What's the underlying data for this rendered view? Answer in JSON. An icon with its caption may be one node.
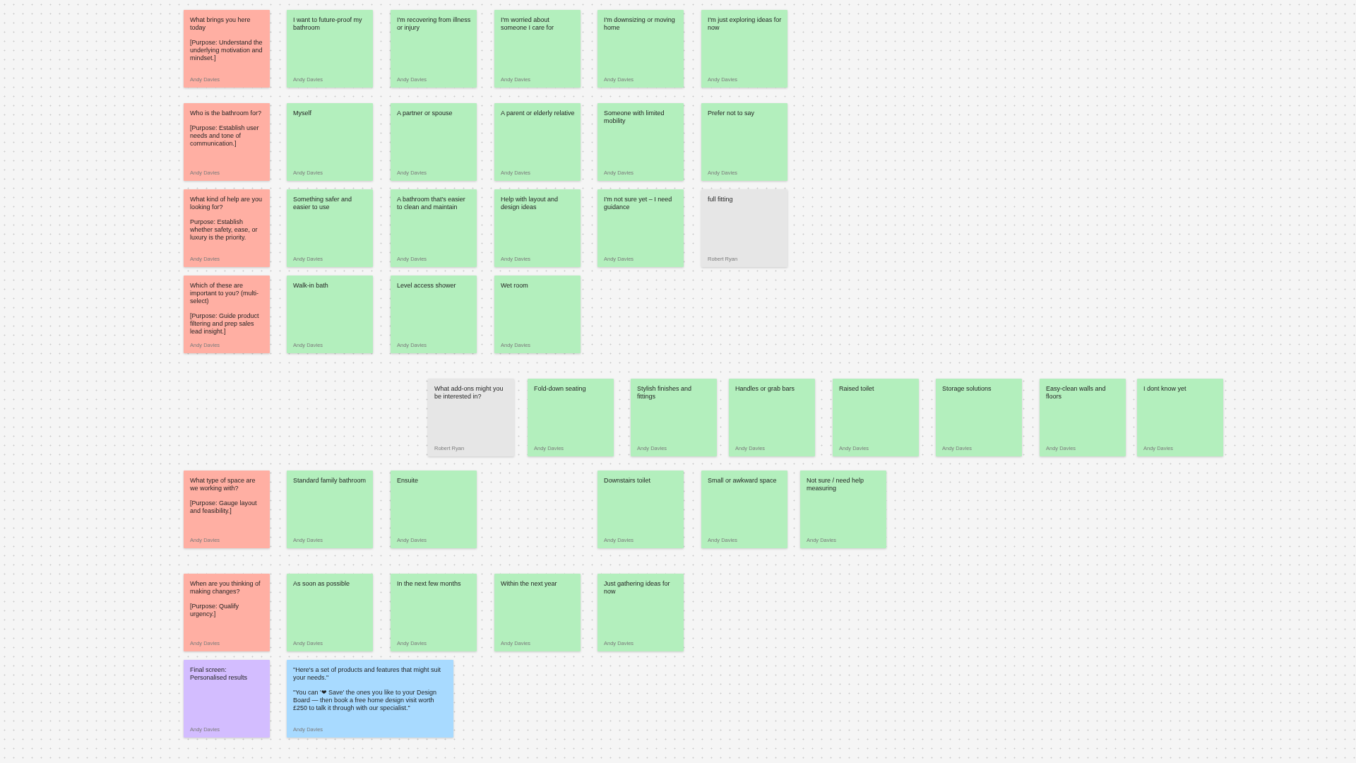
{
  "diagram": {
    "nodes": [
      {
        "text": [
          "What brings you here today",
          "[Purpose: Understand the underlying motivation and mindset.]",
          "Andy Davies"
        ]
      },
      {
        "text": [
          "I want to future-proof my bathroom",
          "Andy Davies"
        ]
      },
      {
        "text": [
          "I'm recovering from illness or injury",
          "Andy Davies"
        ]
      },
      {
        "text": [
          "I'm worried about someone I care for",
          "Andy Davies"
        ]
      },
      {
        "text": [
          "I'm downsizing or moving home",
          "Andy Davies"
        ]
      },
      {
        "text": [
          "I'm just exploring ideas for now",
          "Andy Davies"
        ]
      },
      {
        "text": [
          "Who is the bathroom for?",
          "[Purpose: Establish user needs and tone of communication.]",
          "Andy Davies"
        ]
      },
      {
        "text": [
          "Myself",
          "Andy Davies"
        ]
      },
      {
        "text": [
          "A partner or spouse",
          "Andy Davies"
        ]
      },
      {
        "text": [
          "A parent or elderly relative",
          "Andy Davies"
        ]
      },
      {
        "text": [
          "Someone with limited mobility",
          "Andy Davies"
        ]
      },
      {
        "text": [
          "Prefer not to say",
          "Andy Davies"
        ]
      },
      {
        "text": [
          "What kind of help are you looking for?",
          "Purpose: Establish whether safety, ease, or luxury is the priority.",
          "Andy Davies"
        ]
      },
      {
        "text": [
          "Something safer and easier to use",
          "Andy Davies"
        ]
      },
      {
        "text": [
          "A bathroom that's easier to clean and maintain",
          "Andy Davies"
        ]
      },
      {
        "text": [
          "Help with layout and design ideas",
          "Andy Davies"
        ]
      },
      {
        "text": [
          "I'm not sure yet – I need guidance",
          "Andy Davies"
        ]
      },
      {
        "text": [
          "full fitting",
          "Robert Ryan"
        ]
      },
      {
        "text": [
          "Which of these are important to you? (multi-select)",
          "[Purpose: Guide product filtering and prep sales lead insight.]",
          "Andy Davies"
        ]
      },
      {
        "text": [
          "Walk-in bath",
          "Andy Davies"
        ]
      },
      {
        "text": [
          "Level access shower",
          "Andy Davies"
        ]
      },
      {
        "text": [
          "Wet room",
          "Andy Davies"
        ]
      },
      {
        "text": [
          "What add-ons might you be interested in?",
          "Robert Ryan"
        ]
      },
      {
        "text": [
          "Fold-down seating",
          "Andy Davies"
        ]
      },
      {
        "text": [
          "Stylish finishes and fittings",
          "Andy Davies"
        ]
      },
      {
        "text": [
          "Handles or grab bars",
          "Andy Davies"
        ]
      },
      {
        "text": [
          "Raised toilet",
          "Andy Davies"
        ]
      },
      {
        "text": [
          "Storage solutions",
          "Andy Davies"
        ]
      },
      {
        "text": [
          "Easy-clean walls and floors",
          "Andy Davies"
        ]
      },
      {
        "text": [
          "I dont know yet",
          "Andy Davies"
        ]
      },
      {
        "text": [
          "What type of space are we working with?",
          "[Purpose: Gauge layout and feasibility.]",
          "Andy Davies"
        ]
      },
      {
        "text": [
          "Standard family bathroom",
          "Andy Davies"
        ]
      },
      {
        "text": [
          "Ensuite",
          "Andy Davies"
        ]
      },
      {
        "text": [
          "Downstairs toilet",
          "Andy Davies"
        ]
      },
      {
        "text": [
          "Small or awkward space",
          "Andy Davies"
        ]
      },
      {
        "text": [
          "Not sure / need help measuring",
          "Andy Davies"
        ]
      },
      {
        "text": [
          "When are you thinking of making changes?",
          "[Purpose: Qualify urgency.]",
          "Andy Davies"
        ]
      },
      {
        "text": [
          "As soon as possible",
          "Andy Davies"
        ]
      },
      {
        "text": [
          "In the next few months",
          "Andy Davies"
        ]
      },
      {
        "text": [
          "Within the next year",
          "Andy Davies"
        ]
      },
      {
        "text": [
          "Just gathering ideas for now",
          "Andy Davies"
        ]
      },
      {
        "text": [
          "Final screen: Personalised results",
          "Andy Davies"
        ]
      },
      {
        "text": [
          "\"Here's a set of products and features that might suit your needs.\"",
          "\"You can '❤ Save' the ones you like to your Design Board — then book a free home design visit worth £250 to talk it through with our specialist.\"",
          "Andy Davies"
        ]
      }
    ]
  }
}
